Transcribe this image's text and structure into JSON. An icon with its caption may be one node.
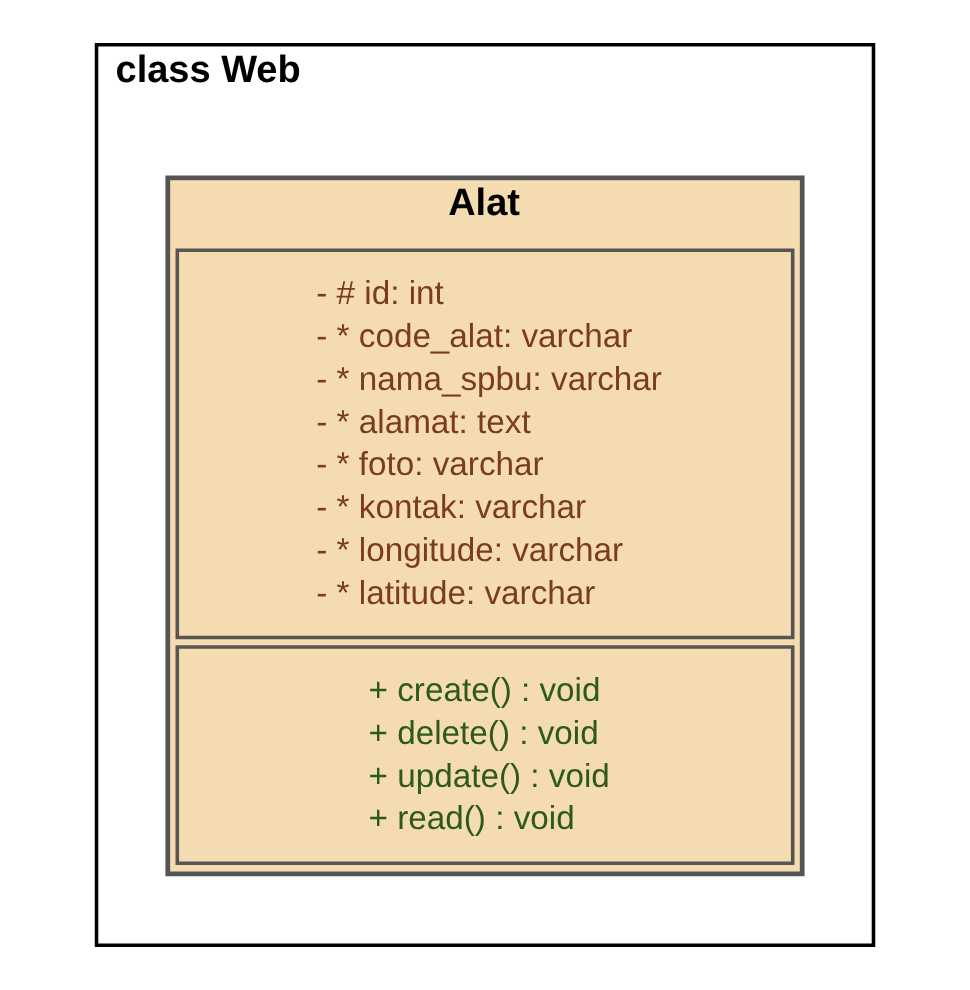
{
  "diagram": {
    "nodes": [
      {
        "text": [
          "class Web"
        ]
      },
      {
        "text": [
          "Alat"
        ],
        "in": 0
      },
      {
        "text": [
          "- # id: int",
          "- * code_alat: varchar",
          "- * nama_spbu: varchar",
          "- * alamat: text",
          "- * foto: varchar",
          "- * kontak: varchar",
          "- * longitude: varchar",
          "- * latitude: varchar"
        ],
        "in": 1
      },
      {
        "text": [
          "+ create() : void",
          "+ delete() : void",
          "+ update() : void",
          "+ read() : void"
        ],
        "in": 1
      }
    ],
    "edges": []
  }
}
